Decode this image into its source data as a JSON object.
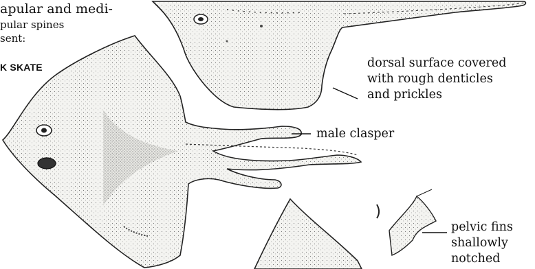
{
  "top_left_note": {
    "line1": "apular and medi-",
    "line2": "pular spines",
    "line3": "sent:"
  },
  "species_header": "K SKATE",
  "labels": {
    "dorsal": [
      "dorsal surface covered",
      "with rough denticles",
      "and prickles"
    ],
    "clasper": "male clasper",
    "pelvic": [
      "pelvic fins",
      "shallowly",
      "notched"
    ]
  }
}
